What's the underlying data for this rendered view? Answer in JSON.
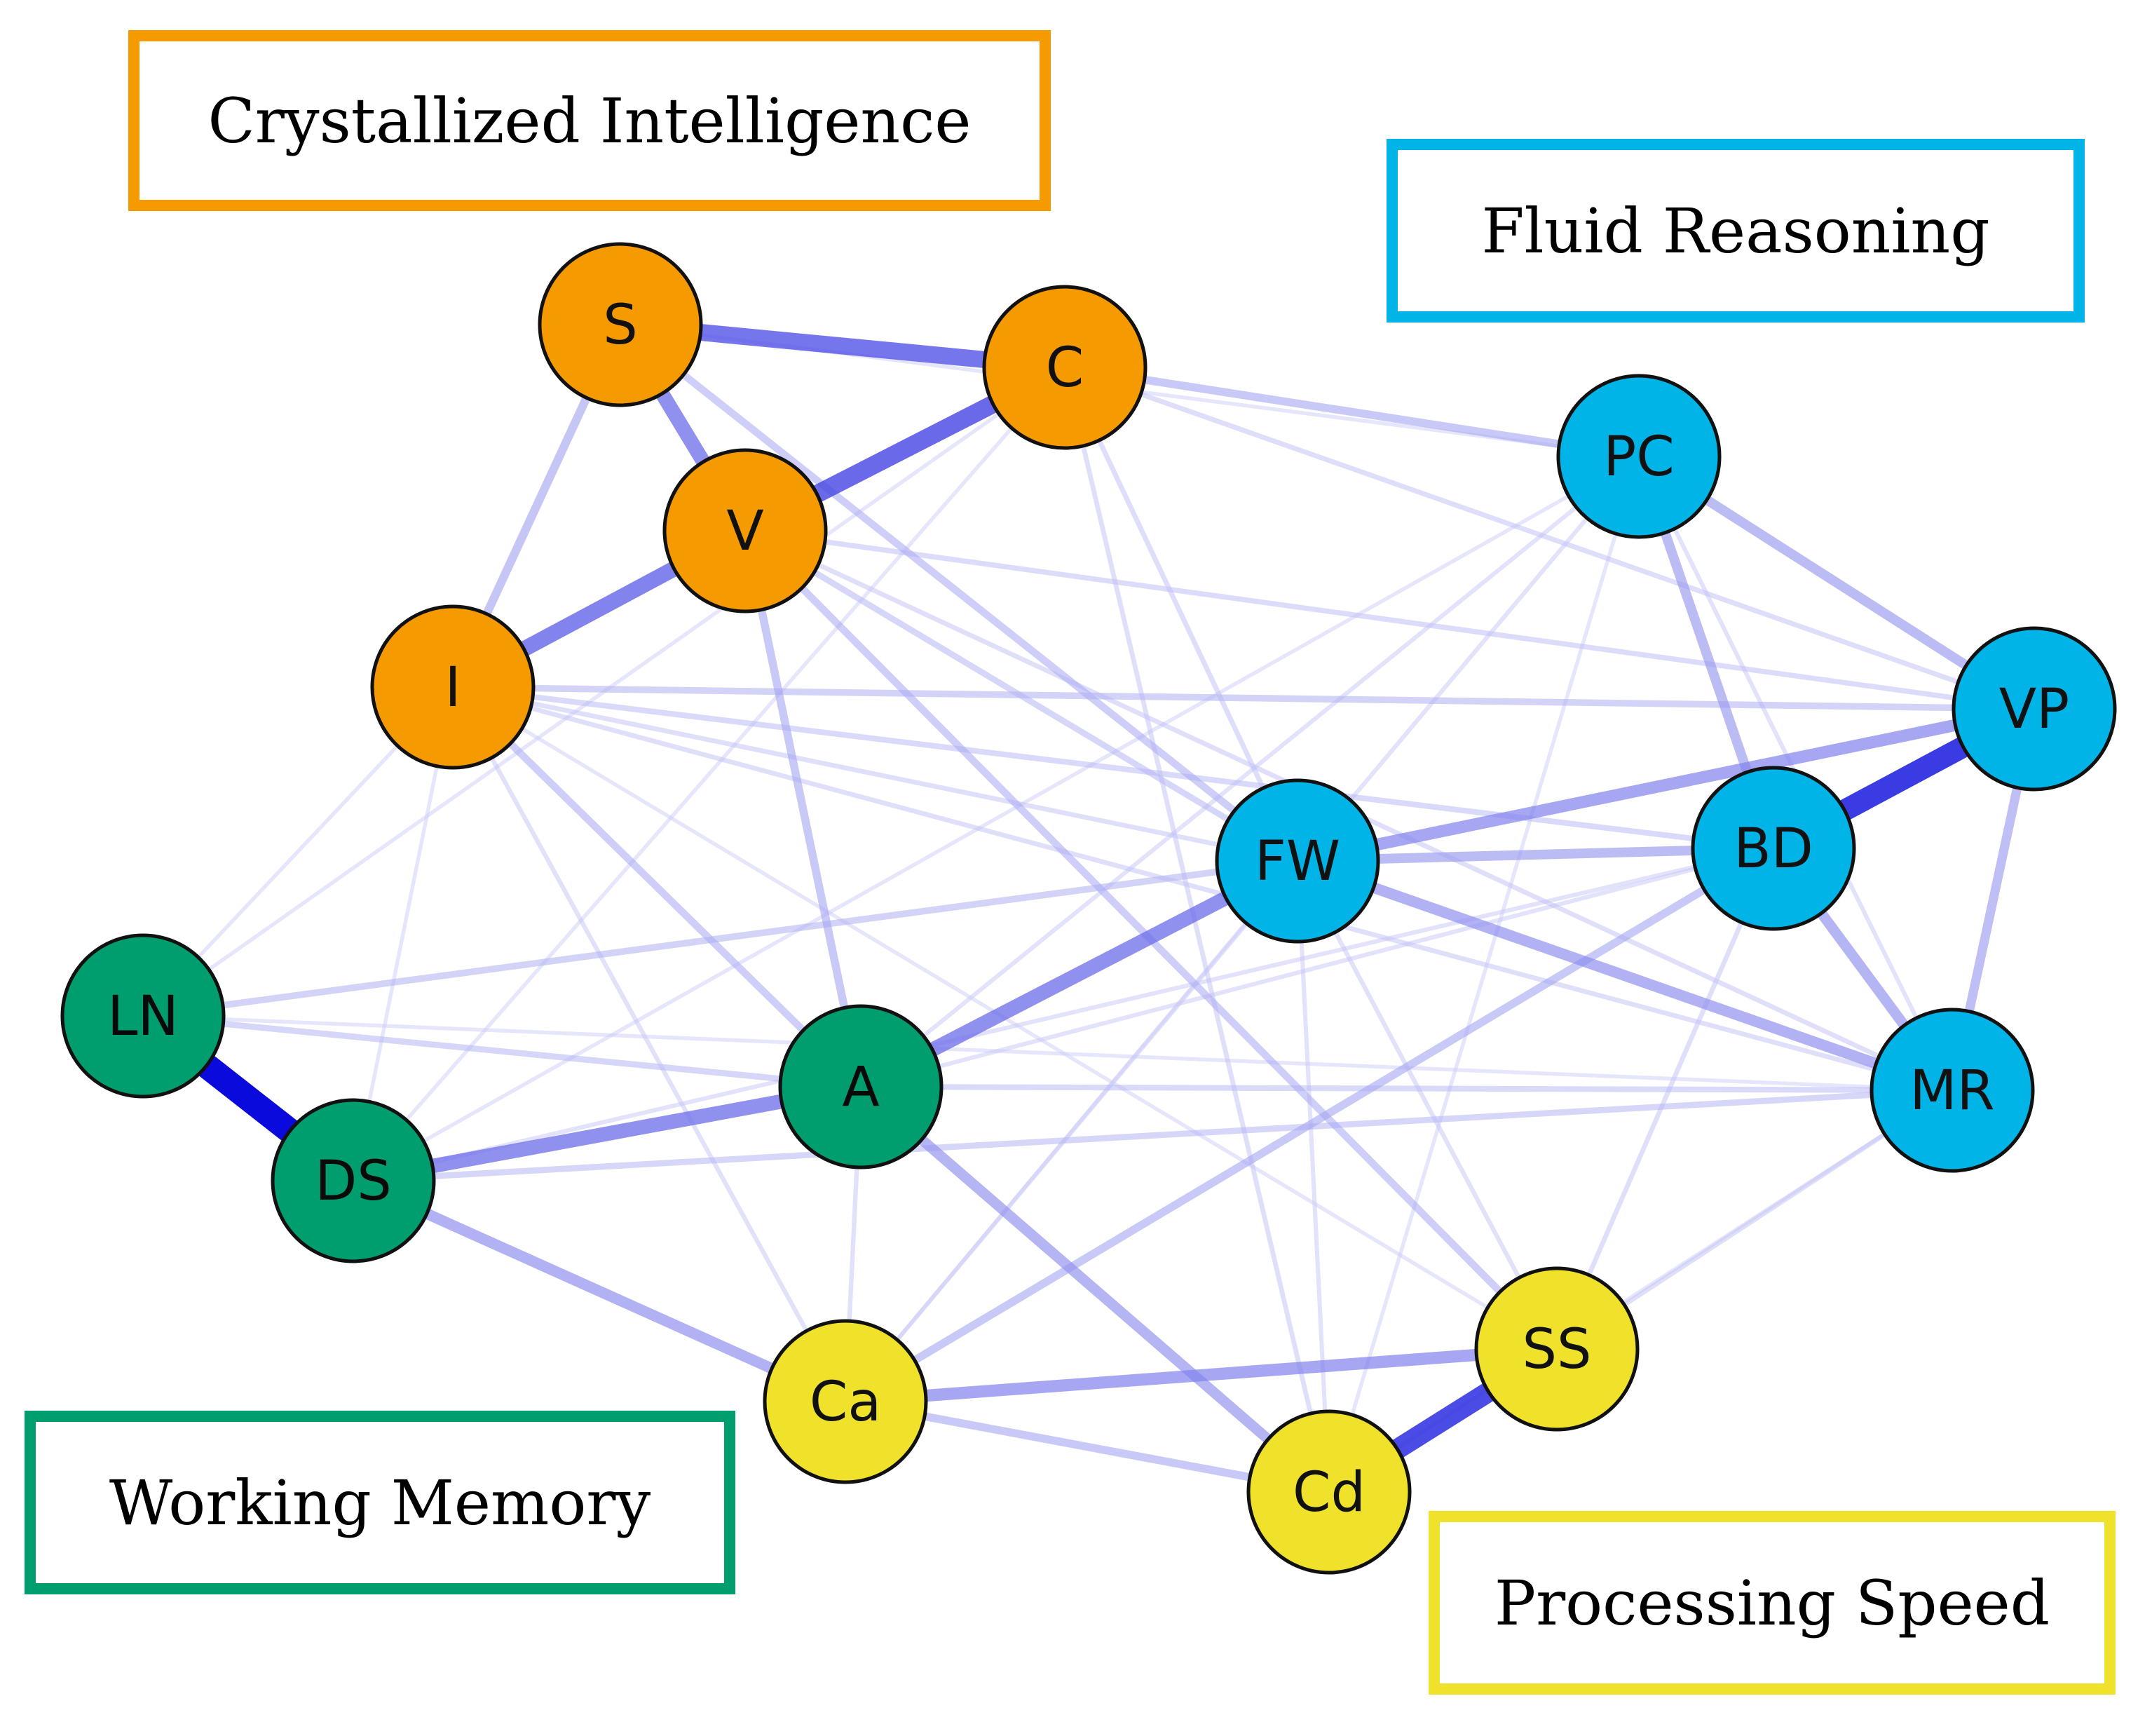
{
  "groups": [
    {
      "id": "crystallized",
      "label": "Crystallized Intelligence",
      "color": "#F59A00"
    },
    {
      "id": "fluid",
      "label": "Fluid Reasoning",
      "color": "#00B4E8"
    },
    {
      "id": "working",
      "label": "Working Memory",
      "color": "#009E6F"
    },
    {
      "id": "speed",
      "label": "Processing Speed",
      "color": "#F0E22A"
    }
  ],
  "nodes": [
    {
      "id": "S",
      "label": "S",
      "group": "crystallized"
    },
    {
      "id": "C",
      "label": "C",
      "group": "crystallized"
    },
    {
      "id": "V",
      "label": "V",
      "group": "crystallized"
    },
    {
      "id": "I",
      "label": "I",
      "group": "crystallized"
    },
    {
      "id": "PC",
      "label": "PC",
      "group": "fluid"
    },
    {
      "id": "VP",
      "label": "VP",
      "group": "fluid"
    },
    {
      "id": "BD",
      "label": "BD",
      "group": "fluid"
    },
    {
      "id": "FW",
      "label": "FW",
      "group": "fluid"
    },
    {
      "id": "MR",
      "label": "MR",
      "group": "fluid"
    },
    {
      "id": "LN",
      "label": "LN",
      "group": "working"
    },
    {
      "id": "DS",
      "label": "DS",
      "group": "working"
    },
    {
      "id": "A",
      "label": "A",
      "group": "working"
    },
    {
      "id": "Ca",
      "label": "Ca",
      "group": "speed"
    },
    {
      "id": "SS",
      "label": "SS",
      "group": "speed"
    },
    {
      "id": "Cd",
      "label": "Cd",
      "group": "speed"
    }
  ],
  "edges": [
    {
      "source": "LN",
      "target": "DS",
      "weight": 1.0
    },
    {
      "source": "VP",
      "target": "BD",
      "weight": 0.85
    },
    {
      "source": "SS",
      "target": "Cd",
      "weight": 0.8
    },
    {
      "source": "C",
      "target": "V",
      "weight": 0.7
    },
    {
      "source": "S",
      "target": "C",
      "weight": 0.65
    },
    {
      "source": "I",
      "target": "V",
      "weight": 0.6
    },
    {
      "source": "DS",
      "target": "A",
      "weight": 0.55
    },
    {
      "source": "FW",
      "target": "A",
      "weight": 0.55
    },
    {
      "source": "S",
      "target": "V",
      "weight": 0.55
    },
    {
      "source": "FW",
      "target": "VP",
      "weight": 0.45
    },
    {
      "source": "Ca",
      "target": "SS",
      "weight": 0.45
    },
    {
      "source": "FW",
      "target": "MR",
      "weight": 0.4
    },
    {
      "source": "DS",
      "target": "Ca",
      "weight": 0.4
    },
    {
      "source": "A",
      "target": "Cd",
      "weight": 0.38
    },
    {
      "source": "BD",
      "target": "MR",
      "weight": 0.38
    },
    {
      "source": "PC",
      "target": "VP",
      "weight": 0.35
    },
    {
      "source": "PC",
      "target": "BD",
      "weight": 0.35
    },
    {
      "source": "FW",
      "target": "BD",
      "weight": 0.35
    },
    {
      "source": "VP",
      "target": "MR",
      "weight": 0.33
    },
    {
      "source": "S",
      "target": "I",
      "weight": 0.3
    },
    {
      "source": "C",
      "target": "PC",
      "weight": 0.28
    },
    {
      "source": "Ca",
      "target": "BD",
      "weight": 0.28
    },
    {
      "source": "Ca",
      "target": "Cd",
      "weight": 0.28
    },
    {
      "source": "V",
      "target": "A",
      "weight": 0.28
    },
    {
      "source": "V",
      "target": "SS",
      "weight": 0.25
    },
    {
      "source": "S",
      "target": "FW",
      "weight": 0.25
    },
    {
      "source": "I",
      "target": "A",
      "weight": 0.25
    },
    {
      "source": "I",
      "target": "VP",
      "weight": 0.22
    },
    {
      "source": "LN",
      "target": "FW",
      "weight": 0.22
    },
    {
      "source": "LN",
      "target": "A",
      "weight": 0.2
    },
    {
      "source": "V",
      "target": "FW",
      "weight": 0.2
    },
    {
      "source": "DS",
      "target": "MR",
      "weight": 0.2
    },
    {
      "source": "I",
      "target": "BD",
      "weight": 0.18
    },
    {
      "source": "A",
      "target": "MR",
      "weight": 0.18
    },
    {
      "source": "V",
      "target": "VP",
      "weight": 0.16
    },
    {
      "source": "C",
      "target": "VP",
      "weight": 0.15
    },
    {
      "source": "C",
      "target": "FW",
      "weight": 0.15
    },
    {
      "source": "C",
      "target": "Cd",
      "weight": 0.14
    },
    {
      "source": "V",
      "target": "MR",
      "weight": 0.14
    },
    {
      "source": "I",
      "target": "FW",
      "weight": 0.14
    },
    {
      "source": "I",
      "target": "MR",
      "weight": 0.14
    },
    {
      "source": "I",
      "target": "Ca",
      "weight": 0.13
    },
    {
      "source": "A",
      "target": "Ca",
      "weight": 0.13
    },
    {
      "source": "A",
      "target": "PC",
      "weight": 0.12
    },
    {
      "source": "A",
      "target": "BD",
      "weight": 0.12
    },
    {
      "source": "FW",
      "target": "SS",
      "weight": 0.13
    },
    {
      "source": "FW",
      "target": "Cd",
      "weight": 0.12
    },
    {
      "source": "SS",
      "target": "MR",
      "weight": 0.14
    },
    {
      "source": "SS",
      "target": "BD",
      "weight": 0.14
    },
    {
      "source": "DS",
      "target": "PC",
      "weight": 0.1
    },
    {
      "source": "DS",
      "target": "BD",
      "weight": 0.12
    },
    {
      "source": "LN",
      "target": "I",
      "weight": 0.1
    },
    {
      "source": "LN",
      "target": "C",
      "weight": 0.1
    },
    {
      "source": "LN",
      "target": "MR",
      "weight": 0.1
    },
    {
      "source": "Ca",
      "target": "PC",
      "weight": 0.12
    },
    {
      "source": "Cd",
      "target": "PC",
      "weight": 0.1
    },
    {
      "source": "PC",
      "target": "MR",
      "weight": 0.12
    },
    {
      "source": "S",
      "target": "PC",
      "weight": 0.1
    },
    {
      "source": "DS",
      "target": "I",
      "weight": 0.1
    },
    {
      "source": "DS",
      "target": "C",
      "weight": 0.1
    },
    {
      "source": "Ca",
      "target": "FW",
      "weight": 0.1
    },
    {
      "source": "I",
      "target": "SS",
      "weight": 0.1
    },
    {
      "source": "Cd",
      "target": "MR",
      "weight": 0.1
    }
  ]
}
